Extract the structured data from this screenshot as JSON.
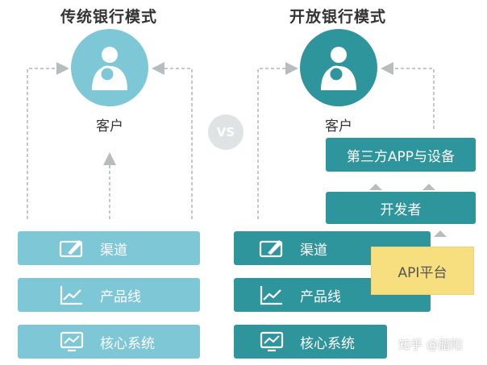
{
  "left": {
    "title": "传统银行模式",
    "customer": "客户",
    "bars": [
      "渠道",
      "产品线",
      "核心系统"
    ]
  },
  "right": {
    "title": "开放银行模式",
    "customer": "客户",
    "bars": [
      "渠道",
      "产品线",
      "核心系统"
    ],
    "third_party": "第三方APP与设备",
    "developer": "开发者",
    "api": "API平台"
  },
  "vs": "VS",
  "watermark": "知乎 @腊阳",
  "colors": {
    "light_teal": "#7ec7d6",
    "dark_teal": "#2e959c",
    "api_yellow": "#f7df7f",
    "arrow_gray": "#b8bcbd"
  },
  "icons": [
    "customer-person-icon",
    "pen-sign-icon",
    "line-chart-icon",
    "monitor-chart-icon"
  ]
}
